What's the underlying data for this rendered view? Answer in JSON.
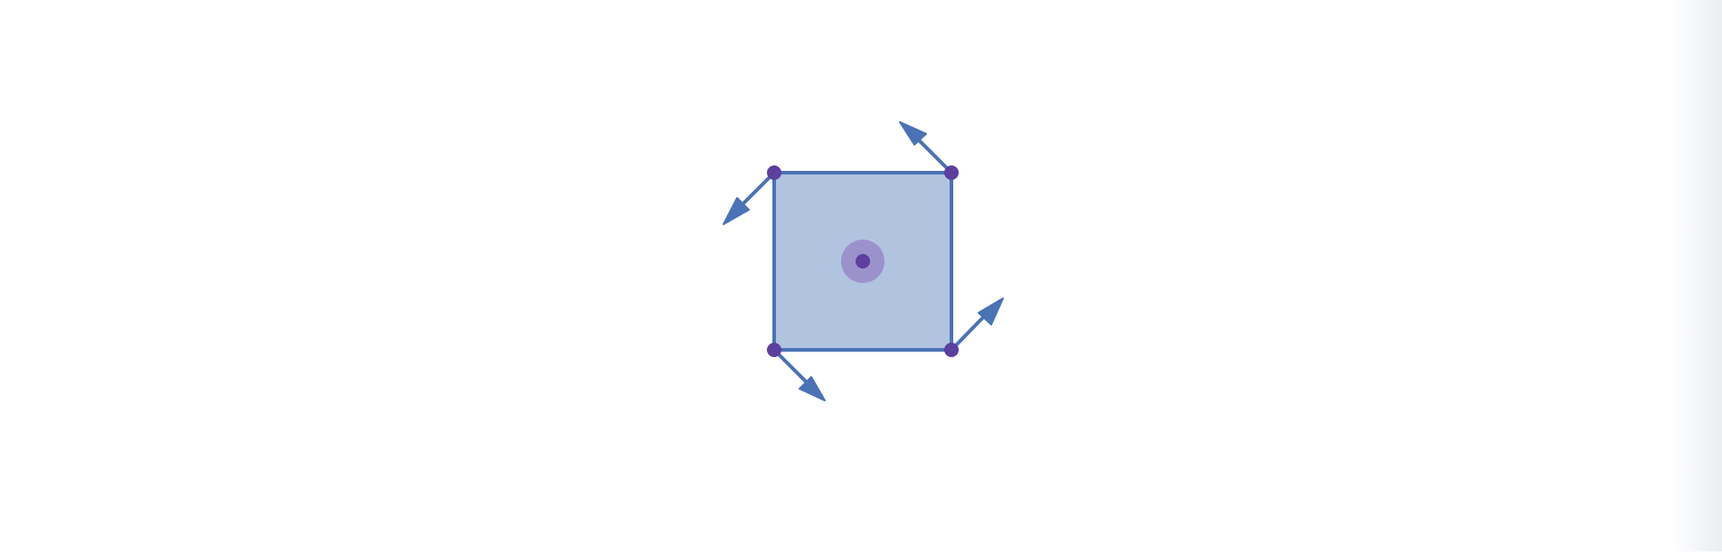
{
  "diagram": {
    "shape": "square",
    "handles": [
      "top-left",
      "top-right",
      "bottom-left",
      "bottom-right"
    ],
    "center_handle": "center",
    "arrow_icons": [
      "diagonal-arrow-icon",
      "diagonal-arrow-icon",
      "diagonal-arrow-icon",
      "diagonal-arrow-icon"
    ]
  },
  "colors": {
    "fill": "#b0c4df",
    "stroke": "#4a73b5",
    "handle": "#5c3f9e",
    "center_halo": "#9b92cc",
    "arrow": "#4a73b5"
  }
}
